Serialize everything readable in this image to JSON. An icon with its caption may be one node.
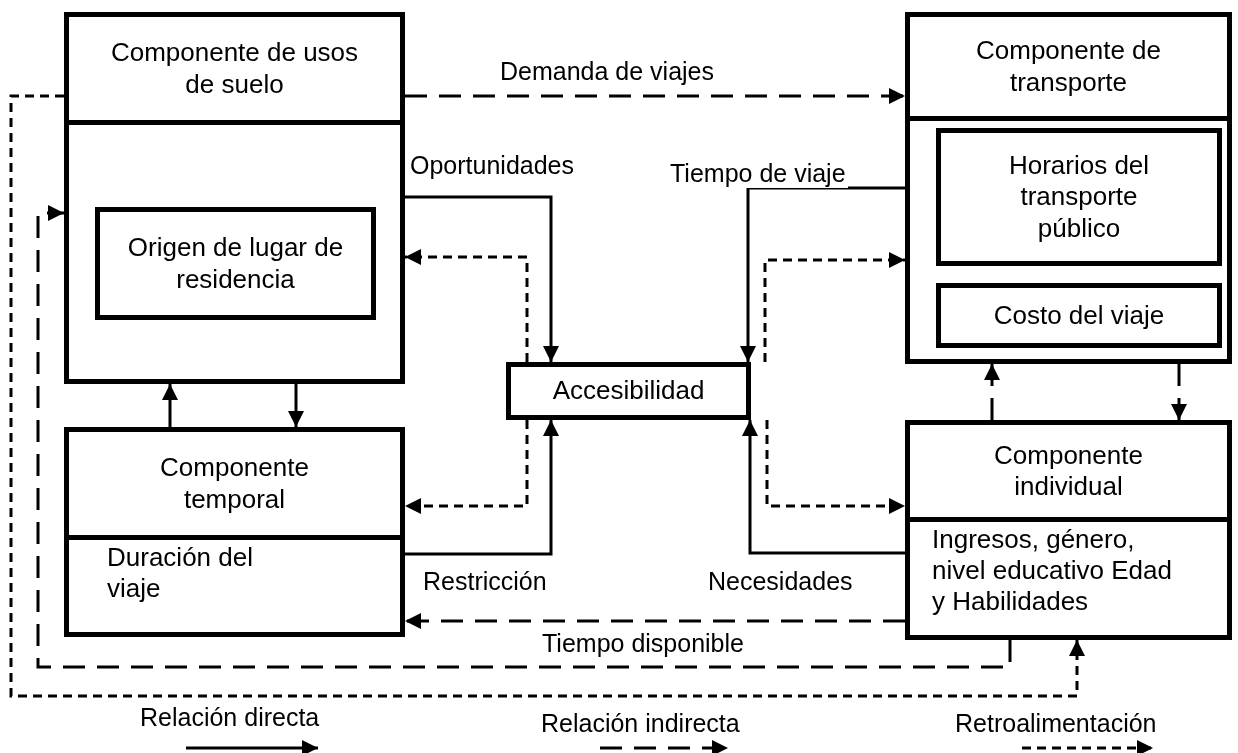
{
  "diagram": {
    "nodes": [
      {
        "text": [
          "Componente de usos de suelo"
        ]
      },
      {
        "text": [
          "Origen de lugar de residencia"
        ],
        "in": 0
      },
      {
        "text": [
          "Componente temporal",
          "Duración del viaje"
        ]
      },
      {
        "text": [
          "Accesibilidad"
        ]
      },
      {
        "text": [
          "Componente de transporte"
        ]
      },
      {
        "text": [
          "Horarios del transporte público"
        ],
        "in": 4
      },
      {
        "text": [
          "Costo del viaje"
        ],
        "in": 4
      },
      {
        "text": [
          "Componente individual",
          "Ingresos, género, nivel educativo Edad y Habilidades"
        ]
      }
    ],
    "edges": [
      {
        "from": 0,
        "to": 4,
        "arrow": "to",
        "label": "Demanda de viajes",
        "style": "dashed"
      },
      {
        "from": 0,
        "to": 3,
        "arrow": "to",
        "label": "Oportunidades"
      },
      {
        "from": 3,
        "to": 0,
        "arrow": "to",
        "style": "dashed"
      },
      {
        "from": 4,
        "to": 3,
        "arrow": "to",
        "label": "Tiempo de viaje"
      },
      {
        "from": 3,
        "to": 4,
        "arrow": "to",
        "style": "dashed"
      },
      {
        "from": 0,
        "to": 2,
        "arrow": "to"
      },
      {
        "from": 2,
        "to": 0,
        "arrow": "to"
      },
      {
        "from": 3,
        "to": 2,
        "arrow": "to",
        "style": "dashed"
      },
      {
        "from": 2,
        "to": 3,
        "arrow": "to",
        "label": "Restricción"
      },
      {
        "from": 7,
        "to": 3,
        "arrow": "to",
        "label": "Necesidades"
      },
      {
        "from": 3,
        "to": 7,
        "arrow": "to",
        "style": "dashed"
      },
      {
        "from": 7,
        "to": 2,
        "arrow": "to",
        "label": "Tiempo disponible",
        "style": "dashed"
      },
      {
        "from": 7,
        "to": 4,
        "arrow": "to",
        "style": "dashed"
      },
      {
        "from": 4,
        "to": 7,
        "arrow": "to",
        "style": "dashed"
      },
      {
        "from": 7,
        "to": 0,
        "arrow": "to",
        "style": "dashed"
      },
      {
        "from": 0,
        "to": 7,
        "arrow": "to",
        "style": "dashed"
      }
    ],
    "legend": [
      {
        "text": "Relación directa"
      },
      {
        "text": "Relación indirecta"
      },
      {
        "text": "Retroalimentación"
      }
    ]
  }
}
